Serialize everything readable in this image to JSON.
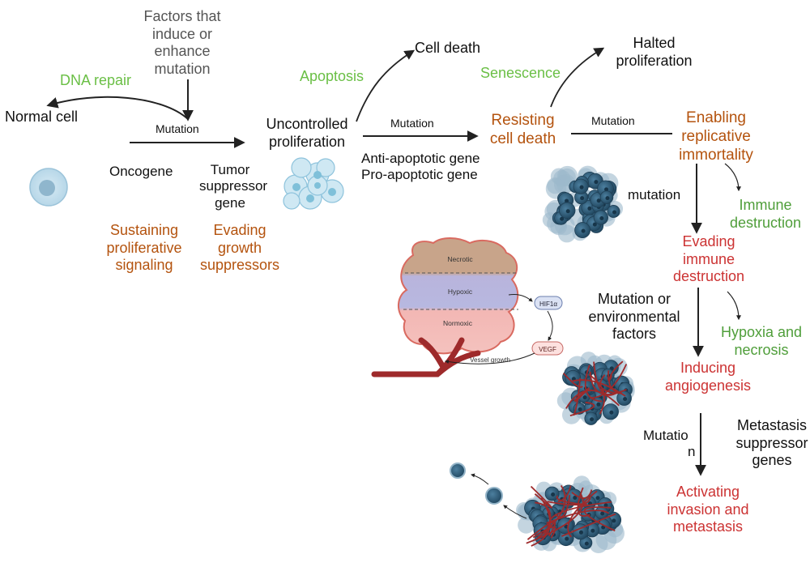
{
  "labels": {
    "factors": [
      "Factors that",
      "induce or",
      "enhance",
      "mutation"
    ],
    "dna_repair": "DNA repair",
    "normal_cell": "Normal cell",
    "mutation_1": "Mutation",
    "oncogene": "Oncogene",
    "tumor_suppressor": [
      "Tumor",
      "suppressor",
      "gene"
    ],
    "sustaining": [
      "Sustaining",
      "proliferative",
      "signaling"
    ],
    "evading_growth": [
      "Evading",
      "growth",
      "suppressors"
    ],
    "apoptosis": "Apoptosis",
    "cell_death": "Cell death",
    "uncontrolled": [
      "Uncontrolled",
      "proliferation"
    ],
    "mutation_2": "Mutation",
    "resisting": [
      "Resisting",
      "cell death"
    ],
    "anti_apoptotic": "Anti-apoptotic gene",
    "pro_apoptotic": "Pro-apoptotic gene",
    "senescence": "Senescence",
    "halted": [
      "Halted",
      "proliferation"
    ],
    "mutation_3": "Mutation",
    "enabling": [
      "Enabling",
      "replicative",
      "immortality"
    ],
    "mutation_lower": "mutation",
    "immune_destruction": [
      "Immune",
      "destruction"
    ],
    "evading_immune": [
      "Evading",
      "immune",
      "destruction"
    ],
    "mutation_env": [
      "Mutation  or",
      "environmental",
      "factors"
    ],
    "hypoxia": [
      "Hypoxia and",
      "necrosis"
    ],
    "inducing": [
      "Inducing",
      "angiogenesis"
    ],
    "mutation_split": [
      "Mutatio",
      "n"
    ],
    "metastasis_suppressor": [
      "Metastasis",
      "suppressor",
      "genes"
    ],
    "activating": [
      "Activating",
      "invasion and",
      "metastasis"
    ]
  },
  "tumor_inset": {
    "necrotic": "Necrotic",
    "hypoxic": "Hypoxic",
    "normoxic": "Normoxic",
    "hif1a": "HIF1α",
    "vegf": "VEGF",
    "vessel_growth": "Vessel growth"
  },
  "colors": {
    "green_light": "#6abf45",
    "green_dark": "#4f9e3a",
    "orange": "#b4530e",
    "red": "#cc3333",
    "cell_blue": "#2e5f7e",
    "vessel": "#9e2a2b"
  }
}
